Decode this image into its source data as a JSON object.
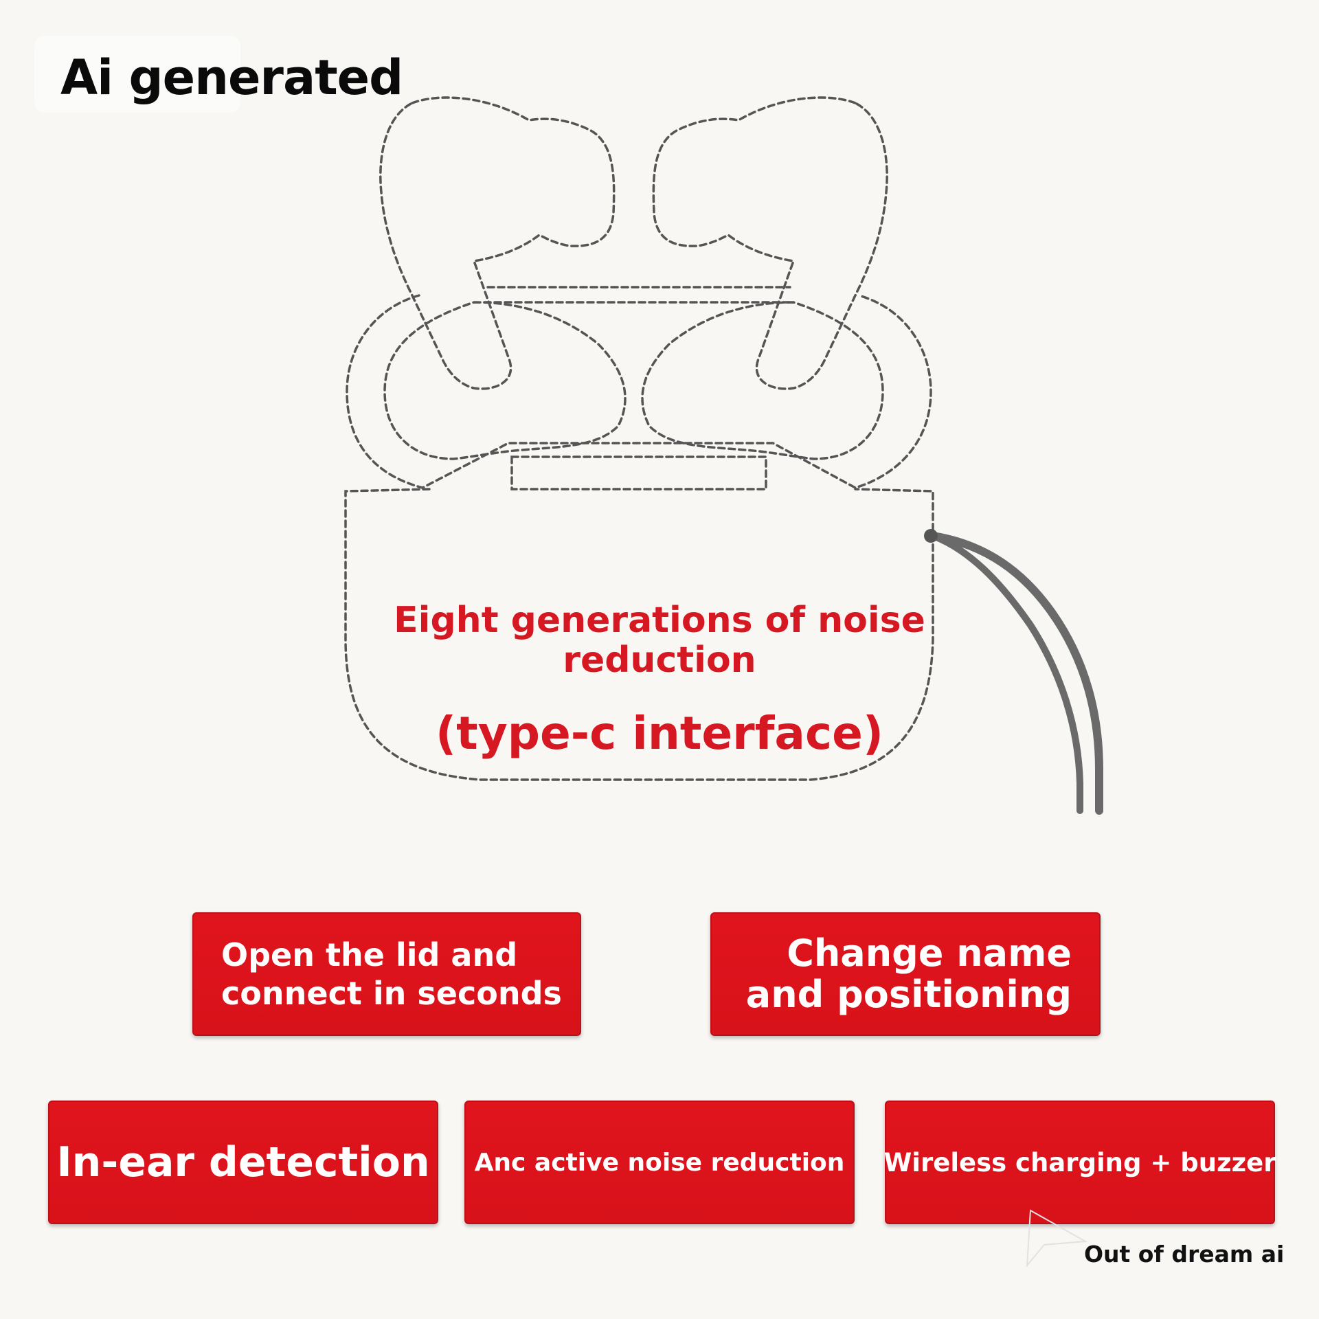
{
  "badge": {
    "label": "Ai generated"
  },
  "case": {
    "title": "Eight generations of noise reduction",
    "subtitle": "(type-c interface)"
  },
  "features": [
    {
      "label": "Open the lid and connect in seconds"
    },
    {
      "label": "Change name and positioning"
    },
    {
      "label": "In-ear detection"
    },
    {
      "label": "Anc active noise reduction"
    },
    {
      "label": "Wireless charging + buzzer"
    }
  ],
  "watermark": {
    "label": "Out of dream ai"
  },
  "colors": {
    "accent": "#d61822",
    "button_bg": "#e0141d",
    "background": "#f8f7f4"
  }
}
